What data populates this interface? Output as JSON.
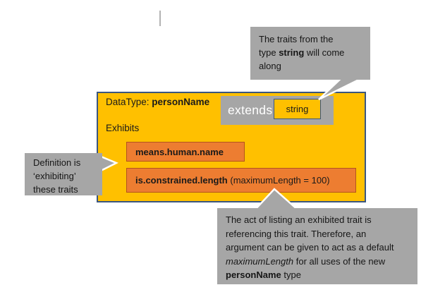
{
  "colors": {
    "amber_fill": "#FFC000",
    "box_border_blue": "#3A5680",
    "trait_fill": "#ED7D31",
    "trait_border": "#B3541E",
    "callout_gray": "#A6A6A6",
    "extends_text": "#FFFFFF",
    "text_dark": "#1A1A1A"
  },
  "main_box": {
    "datatype_prefix": "DataType: ",
    "datatype_name": "personName",
    "extends_label": "extends",
    "extends_type": "string",
    "exhibits_label": "Exhibits",
    "traits": [
      {
        "name": "means.human.name",
        "args": ""
      },
      {
        "name": "is.constrained.length",
        "args": " (maximumLength = 100)"
      }
    ]
  },
  "callouts": {
    "top": {
      "line1": "The traits from the",
      "line2_a": "type ",
      "line2_b": "string",
      "line2_c": " will come",
      "line3": "along"
    },
    "left": {
      "line1": "Definition is",
      "line2": "‘exhibiting’",
      "line3": "these traits"
    },
    "bottom": {
      "line1": "The act of listing an exhibited trait is",
      "line2": "referencing this trait. Therefore, an",
      "line3": "argument can be given to act as a default",
      "line4_italic": "maximumLength",
      "line4_rest": " for all uses of the new",
      "line5_bold": "personName",
      "line5_rest": " type"
    }
  }
}
